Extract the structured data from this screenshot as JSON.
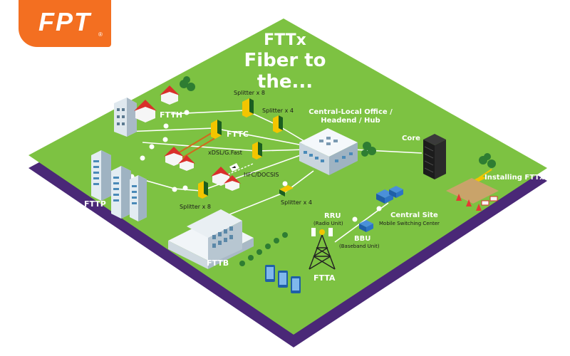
{
  "brand": {
    "logo_text": "FPT",
    "registered_mark": "®"
  },
  "title": {
    "line1": "FTTx",
    "line2": "Fiber to the..."
  },
  "labels": {
    "ftth": "FTTH",
    "fttc": "FTTC",
    "fttp": "FTTP",
    "fttb": "FTTB",
    "ftta": "FTTA",
    "splitter_x8_top": "Splitter x 8",
    "splitter_x4_top": "Splitter x 4",
    "splitter_x8_bottom": "Splitter x 8",
    "splitter_x4_bottom": "Splitter x 4",
    "xdsl": "xDSL/G.Fast",
    "hfc": "HFC/DOCSIS",
    "central_office_line1": "Central-Local Office /",
    "central_office_line2": "Headend / Hub",
    "core": "Core",
    "installing": "Installing FTTx",
    "central_site": "Central Site",
    "mobile_switching": "Mobile Switching Center",
    "rru": "RRU",
    "rru_sub": "(Radio Unit)",
    "bbu": "BBU",
    "bbu_sub": "(Baseband Unit)"
  },
  "colors": {
    "board_green": "#7dc242",
    "board_purple": "#4a2877",
    "brand_orange": "#f36f21",
    "splitter_yellow": "#f2c500",
    "fiber_white": "#ffffff"
  }
}
